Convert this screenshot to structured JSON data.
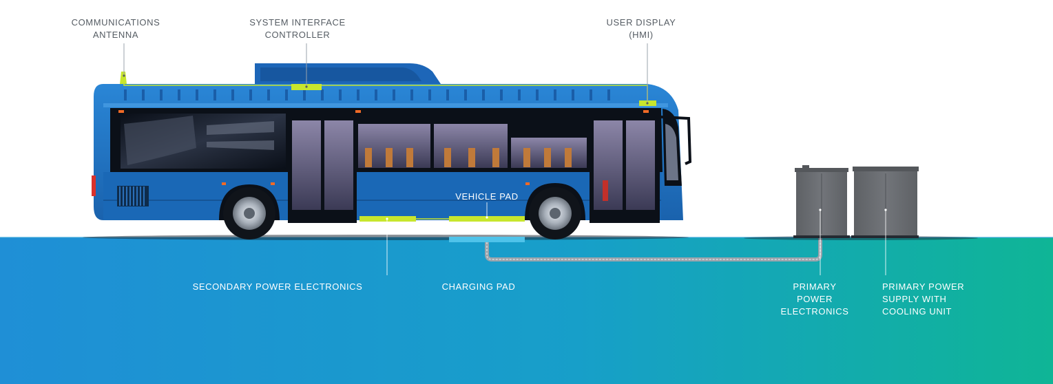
{
  "labels": {
    "antenna": [
      "COMMUNICATIONS",
      "ANTENNA"
    ],
    "controller": [
      "SYSTEM INTERFACE",
      "CONTROLLER"
    ],
    "display": [
      "USER DISPLAY",
      "(HMI)"
    ],
    "vehicle_pad": "VEHICLE PAD",
    "secondary": "SECONDARY POWER ELECTRONICS",
    "charging_pad": "CHARGING PAD",
    "primary_electronics": [
      "PRIMARY",
      "POWER",
      "ELECTRONICS"
    ],
    "primary_supply": [
      "PRIMARY POWER",
      "SUPPLY WITH",
      "COOLING UNIT"
    ]
  },
  "colors": {
    "bus_blue": "#1f6fc0",
    "bus_dark": "#0d2b4d",
    "component_green": "#c8e62d",
    "pad_blue": "#4fc3ea",
    "ground_left": "#1f8fd6",
    "ground_right": "#0fb596",
    "cabinet_gray": "#6a6d71",
    "label_dark": "#555c63"
  }
}
